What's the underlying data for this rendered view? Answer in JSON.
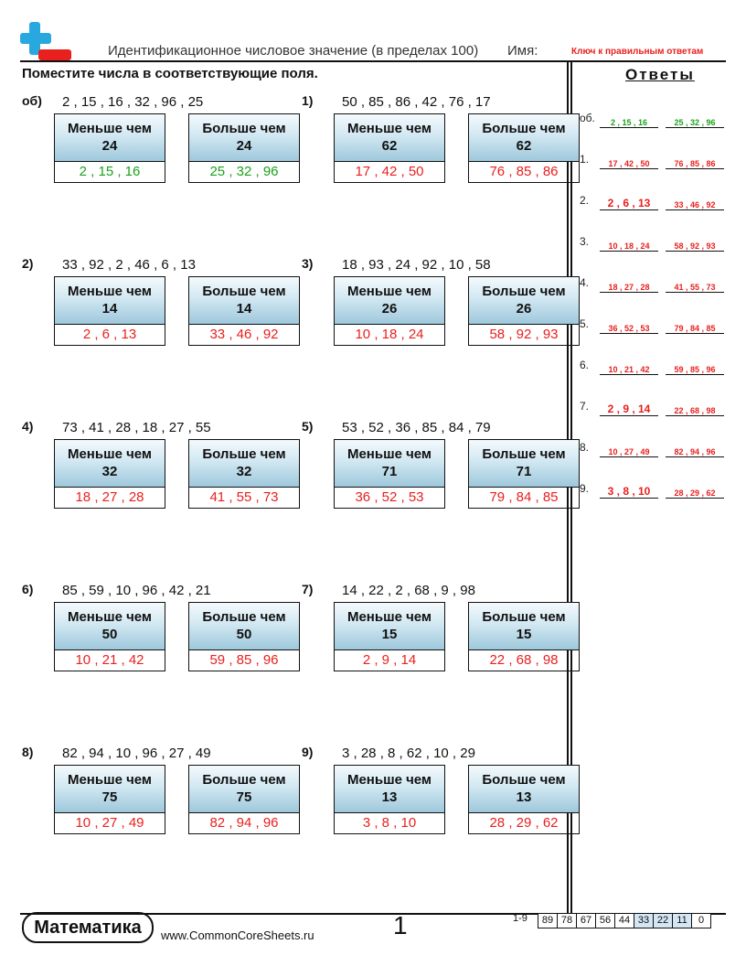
{
  "header": {
    "title": "Идентификационное числовое значение (в пределах 100)",
    "name_label": "Имя:",
    "key_label": "Ключ к правильным ответам",
    "instructions": "Поместите числа в соответствующие поля."
  },
  "colors": {
    "answer_red": "#e8201e",
    "answer_green": "#1aa21a",
    "box_blue": "#9ec8dc"
  },
  "box_labels": {
    "less": "Меньше чем",
    "greater": "Больше чем"
  },
  "problems": [
    {
      "label": "об)",
      "numbers": "2 , 15 , 16 , 32 , 96 , 25",
      "pivot": "24",
      "less": "2 , 15 , 16",
      "greater": "25 , 32 , 96"
    },
    {
      "label": "1)",
      "numbers": "50 , 85 , 86 , 42 , 76 , 17",
      "pivot": "62",
      "less": "17 , 42 , 50",
      "greater": "76 , 85 , 86"
    },
    {
      "label": "2)",
      "numbers": "33 , 92 , 2 , 46 , 6 , 13",
      "pivot": "14",
      "less": "2 , 6 , 13",
      "greater": "33 , 46 , 92"
    },
    {
      "label": "3)",
      "numbers": "18 , 93 , 24 , 92 , 10 , 58",
      "pivot": "26",
      "less": "10 , 18 , 24",
      "greater": "58 , 92 , 93"
    },
    {
      "label": "4)",
      "numbers": "73 , 41 , 28 , 18 , 27 , 55",
      "pivot": "32",
      "less": "18 , 27 , 28",
      "greater": "41 , 55 , 73"
    },
    {
      "label": "5)",
      "numbers": "53 , 52 , 36 , 85 , 84 , 79",
      "pivot": "71",
      "less": "36 , 52 , 53",
      "greater": "79 , 84 , 85"
    },
    {
      "label": "6)",
      "numbers": "85 , 59 , 10 , 96 , 42 , 21",
      "pivot": "50",
      "less": "10 , 21 , 42",
      "greater": "59 , 85 , 96"
    },
    {
      "label": "7)",
      "numbers": "14 , 22 , 2 , 68 , 9 , 98",
      "pivot": "15",
      "less": "2 , 9 , 14",
      "greater": "22 , 68 , 98"
    },
    {
      "label": "8)",
      "numbers": "82 , 94 , 10 , 96 , 27 , 49",
      "pivot": "75",
      "less": "10 , 27 , 49",
      "greater": "82 , 94 , 96"
    },
    {
      "label": "9)",
      "numbers": "3 , 28 , 8 , 62 , 10 , 29",
      "pivot": "13",
      "less": "3 , 8 , 10",
      "greater": "28 , 29 , 62"
    }
  ],
  "answer_key": {
    "title": "Ответы",
    "rows": [
      {
        "label": "об.",
        "a1": "2 , 15 , 16",
        "a2": "25 , 32 , 96"
      },
      {
        "label": "1.",
        "a1": "17 , 42 , 50",
        "a2": "76 , 85 , 86"
      },
      {
        "label": "2.",
        "a1": "2 , 6 , 13",
        "a2": "33 , 46 , 92"
      },
      {
        "label": "3.",
        "a1": "10 , 18 , 24",
        "a2": "58 , 92 , 93"
      },
      {
        "label": "4.",
        "a1": "18 , 27 , 28",
        "a2": "41 , 55 , 73"
      },
      {
        "label": "5.",
        "a1": "36 , 52 , 53",
        "a2": "79 , 84 , 85"
      },
      {
        "label": "6.",
        "a1": "10 , 21 , 42",
        "a2": "59 , 85 , 96"
      },
      {
        "label": "7.",
        "a1": "2 , 9 , 14",
        "a2": "22 , 68 , 98"
      },
      {
        "label": "8.",
        "a1": "10 , 27 , 49",
        "a2": "82 , 94 , 96"
      },
      {
        "label": "9.",
        "a1": "3 , 8 , 10",
        "a2": "28 , 29 , 62"
      }
    ]
  },
  "footer": {
    "brand": "Математика",
    "url": "www.CommonCoreSheets.ru",
    "page": "1",
    "range": "1-9",
    "scores": [
      "89",
      "78",
      "67",
      "56",
      "44",
      "33",
      "22",
      "11",
      "0"
    ]
  }
}
